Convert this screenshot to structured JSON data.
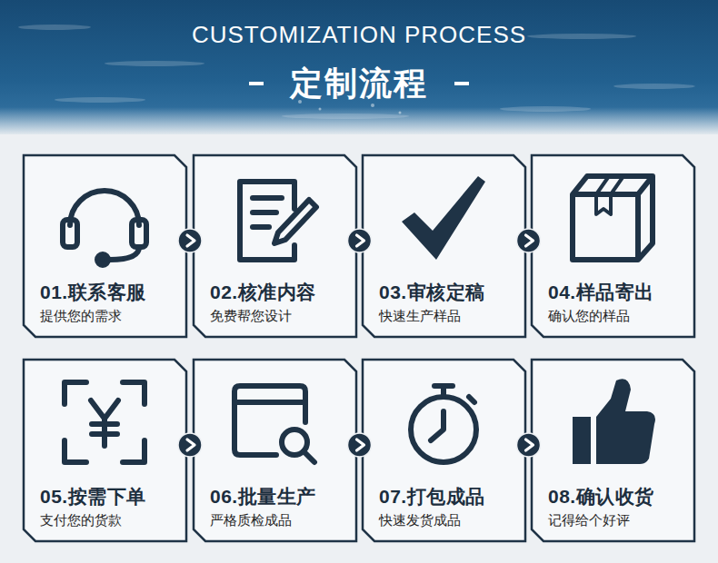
{
  "diagram": {
    "title": "定制流程",
    "nodes": [
      {
        "text": [
          "01.联系客服",
          "提供您的需求"
        ]
      },
      {
        "text": [
          "02.核准内容",
          "免费帮您设计"
        ]
      },
      {
        "text": [
          "03.审核定稿",
          "快速生产样品"
        ]
      },
      {
        "text": [
          "04.样品寄出",
          "确认您的样品"
        ]
      },
      {
        "text": [
          "05.按需下单",
          "支付您的货款"
        ]
      },
      {
        "text": [
          "06.批量生产",
          "严格质检成品"
        ]
      },
      {
        "text": [
          "07.打包成品",
          "快速发货成品"
        ]
      },
      {
        "text": [
          "08.确认收货",
          "记得给个好评"
        ]
      }
    ],
    "edges": [
      {
        "from": 0,
        "to": 1,
        "arrow": "to"
      },
      {
        "from": 1,
        "to": 2,
        "arrow": "to"
      },
      {
        "from": 2,
        "to": 3,
        "arrow": "to"
      },
      {
        "from": 4,
        "to": 5,
        "arrow": "to"
      },
      {
        "from": 5,
        "to": 6,
        "arrow": "to"
      },
      {
        "from": 6,
        "to": 7,
        "arrow": "to"
      }
    ],
    "labels": [
      "CUSTOMIZATION PROCESS"
    ]
  }
}
